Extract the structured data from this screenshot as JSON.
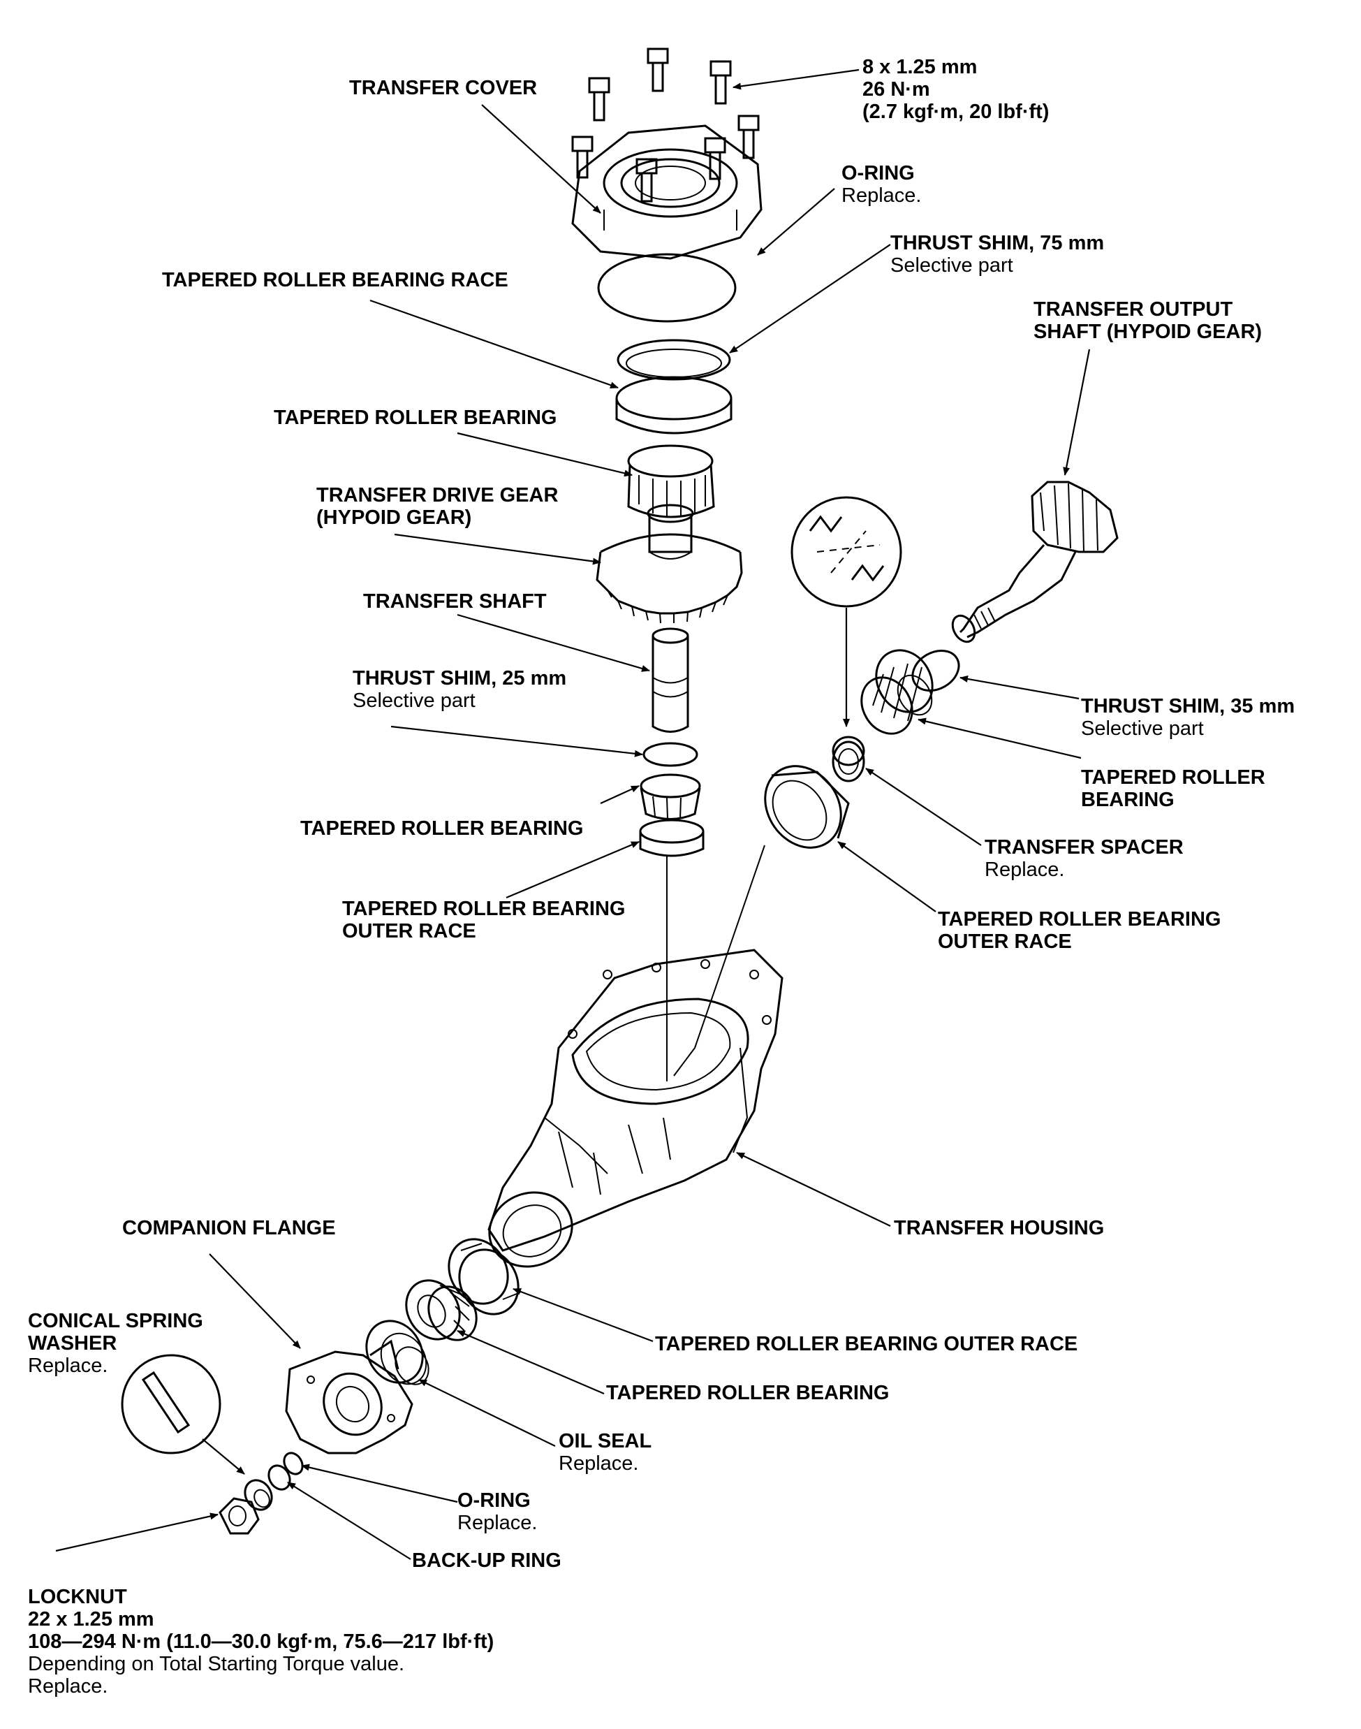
{
  "labels": {
    "bolts": {
      "l1": "8 x 1.25 mm",
      "l2": "26 N·m",
      "l3": "(2.7 kgf·m, 20 lbf·ft)"
    },
    "transfer_cover": "TRANSFER COVER",
    "oring_top": {
      "name": "O-RING",
      "note": "Replace."
    },
    "thrust_shim_75": {
      "name": "THRUST SHIM, 75 mm",
      "note": "Selective part"
    },
    "bearing_race_top": "TAPERED ROLLER BEARING RACE",
    "output_shaft": {
      "l1": "TRANSFER OUTPUT",
      "l2": "SHAFT (HYPOID GEAR)"
    },
    "bearing_top": "TAPERED ROLLER BEARING",
    "drive_gear": {
      "l1": "TRANSFER DRIVE GEAR",
      "l2": "(HYPOID GEAR)"
    },
    "transfer_shaft": "TRANSFER SHAFT",
    "thrust_shim_25": {
      "name": "THRUST SHIM, 25 mm",
      "note": "Selective part"
    },
    "thrust_shim_35": {
      "name": "THRUST SHIM, 35 mm",
      "note": "Selective part"
    },
    "bearing_right": {
      "l1": "TAPERED ROLLER",
      "l2": "BEARING"
    },
    "bearing_mid_left": "TAPERED ROLLER BEARING",
    "transfer_spacer": {
      "name": "TRANSFER SPACER",
      "note": "Replace."
    },
    "outer_race_left": {
      "l1": "TAPERED ROLLER BEARING",
      "l2": "OUTER RACE"
    },
    "outer_race_right": {
      "l1": "TAPERED ROLLER BEARING",
      "l2": "OUTER RACE"
    },
    "transfer_housing": "TRANSFER HOUSING",
    "companion_flange": "COMPANION FLANGE",
    "conical_washer": {
      "l1": "CONICAL SPRING",
      "l2": "WASHER",
      "note": "Replace."
    },
    "outer_race_bottom": "TAPERED ROLLER BEARING OUTER RACE",
    "bearing_bottom": "TAPERED ROLLER BEARING",
    "oil_seal": {
      "name": "OIL SEAL",
      "note": "Replace."
    },
    "oring_bottom": {
      "name": "O-RING",
      "note": "Replace."
    },
    "backup_ring": "BACK-UP RING",
    "locknut": {
      "l1": "LOCKNUT",
      "l2": "22 x 1.25 mm",
      "l3": "108—294 N·m (11.0—30.0 kgf·m, 75.6—217 lbf·ft)",
      "l4": "Depending on Total Starting Torque value.",
      "l5": "Replace."
    }
  }
}
